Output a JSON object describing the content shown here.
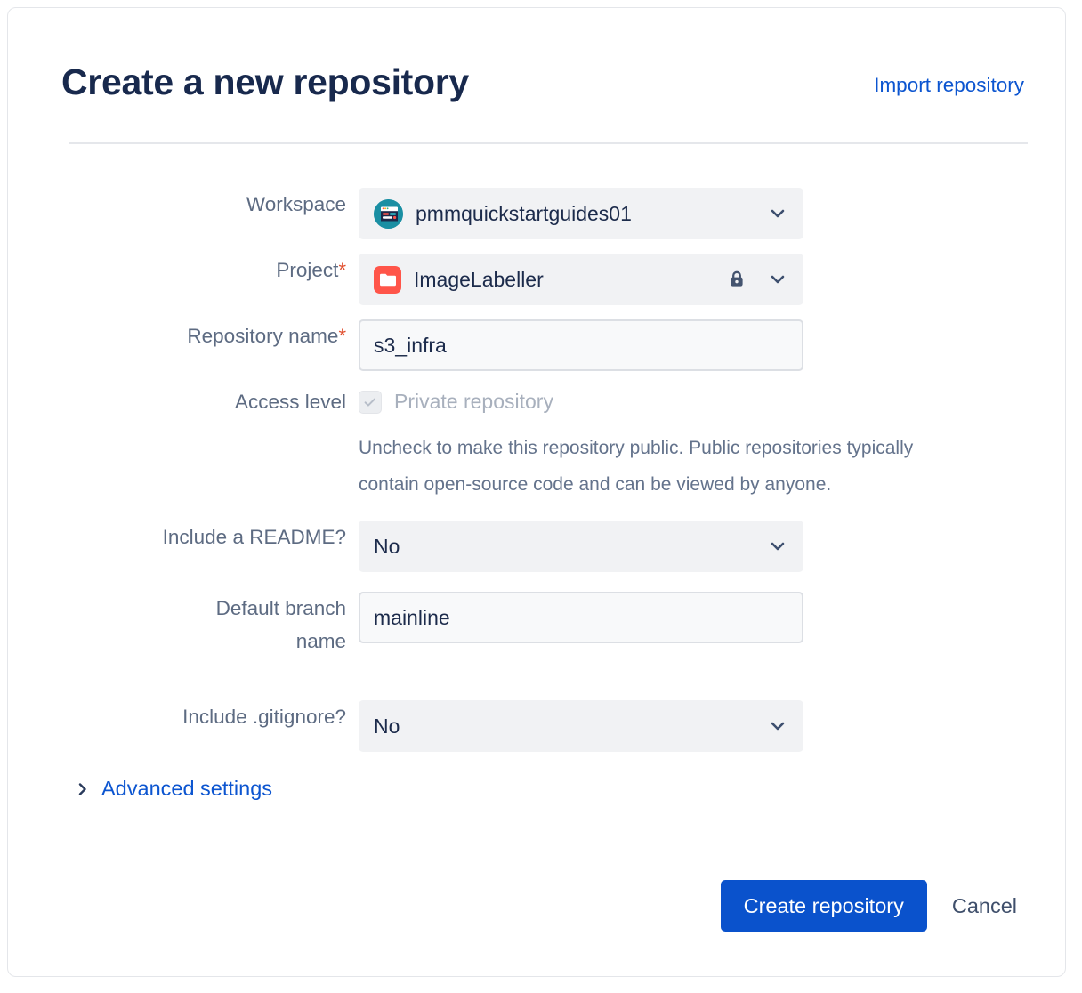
{
  "header": {
    "title": "Create a new repository",
    "import_link": "Import repository"
  },
  "form": {
    "workspace": {
      "label": "Workspace",
      "value": "pmmquickstartguides01",
      "avatar_icon": "workspace-avatar-icon",
      "chevron_icon": "chevron-down-icon"
    },
    "project": {
      "label": "Project",
      "required_marker": "*",
      "value": "ImageLabeller",
      "avatar_icon": "project-folder-icon",
      "lock_icon": "lock-icon",
      "chevron_icon": "chevron-down-icon"
    },
    "repository_name": {
      "label": "Repository name",
      "required_marker": "*",
      "value": "s3_infra",
      "placeholder": ""
    },
    "access_level": {
      "label": "Access level",
      "checkbox_label": "Private repository",
      "checked": true,
      "check_icon": "checkmark-icon",
      "help_text": "Uncheck to make this repository public. Public repositories typically contain open-source code and can be viewed by anyone."
    },
    "include_readme": {
      "label": "Include a README?",
      "value": "No",
      "chevron_icon": "chevron-down-icon"
    },
    "default_branch": {
      "label": "Default branch\nname",
      "value": "mainline",
      "placeholder": ""
    },
    "include_gitignore": {
      "label": "Include .gitignore?",
      "value": "No",
      "chevron_icon": "chevron-down-icon"
    },
    "advanced_settings": {
      "label": "Advanced settings",
      "chevron_icon": "chevron-right-icon"
    }
  },
  "footer": {
    "submit_label": "Create repository",
    "cancel_label": "Cancel"
  },
  "colors": {
    "link_blue": "#0c55d0",
    "primary_blue": "#0a52cc",
    "title_navy": "#18294d",
    "label_slate": "#5d6b82",
    "required_red": "#e04b2a",
    "field_grey": "#f1f2f4",
    "project_red": "#ff5549",
    "workspace_teal": "#1a8fa3"
  }
}
